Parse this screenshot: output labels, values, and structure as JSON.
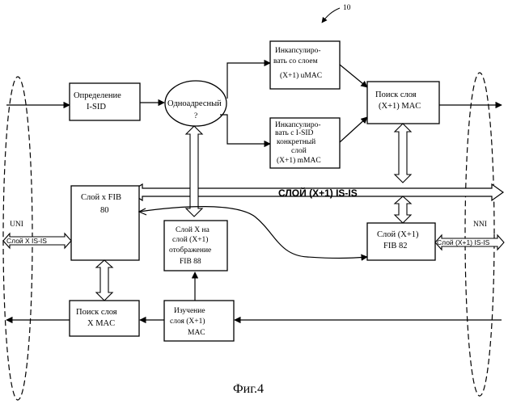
{
  "figure_ref": "10",
  "caption": "Фиг.4",
  "uni_label": "UNI",
  "nni_label": "NNI",
  "boxes": {
    "determine_isid": [
      "Определение",
      "I-SID"
    ],
    "unicast": [
      "Одноадресный",
      "?"
    ],
    "encap_umac": [
      "Инкапсулиро-",
      "вать со слоем",
      "(X+1) uMAC"
    ],
    "encap_mmac": [
      "Инкапсулиро-",
      "вать с I-SID",
      "конкретный",
      "слой",
      "(X+1) mMAC"
    ],
    "lookup_x1_mac": [
      "Поиск слоя",
      "(X+1) MAC"
    ],
    "fib80": [
      "Слой x FIB",
      "80"
    ],
    "map88": [
      "Слой X на",
      "слой (X+1)",
      "отображение",
      "FIB 88"
    ],
    "fib82": [
      "Слой (X+1)",
      "FIB 82"
    ],
    "lookup_x_mac": [
      "Поиск слоя",
      "X MAC"
    ],
    "learn_mac": [
      "Изучение",
      "слоя (X+1)",
      "MAC"
    ]
  },
  "bus_label": "СЛОЙ (X+1) IS-IS",
  "left_port_label": "Слой  X IS-IS",
  "right_port_label": "Слой (X+1) IS-IS"
}
